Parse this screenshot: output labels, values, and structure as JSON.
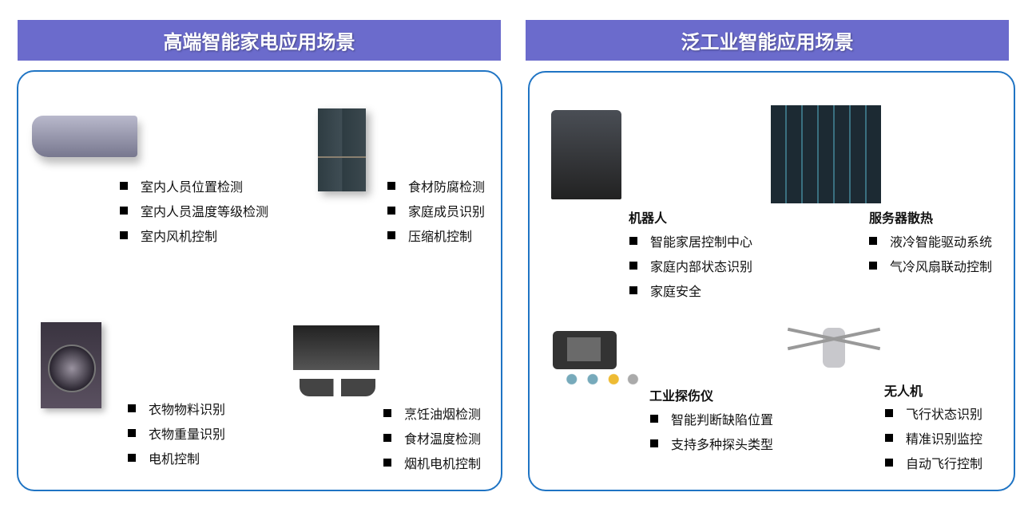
{
  "home": {
    "title": "高端智能家电应用场景",
    "ac": [
      "室内人员位置检测",
      "室内人员温度等级检测",
      "室内风机控制"
    ],
    "fridge": [
      "食材防腐检测",
      "家庭成员识别",
      "压缩机控制"
    ],
    "washer": [
      "衣物物料识别",
      "衣物重量识别",
      "电机控制"
    ],
    "hood": [
      "烹饪油烟检测",
      "食材温度检测",
      "烟机电机控制"
    ]
  },
  "industry": {
    "title": "泛工业智能应用场景",
    "robot": {
      "title": "机器人",
      "items": [
        "智能家居控制中心",
        "家庭内部状态识别",
        "家庭安全"
      ]
    },
    "server": {
      "title": "服务器散热",
      "items": [
        "液冷智能驱动系统",
        "气冷风扇联动控制"
      ]
    },
    "detector": {
      "title": "工业探伤仪",
      "items": [
        "智能判断缺陷位置",
        "支持多种探头类型"
      ]
    },
    "drone": {
      "title": "无人机",
      "items": [
        "飞行状态识别",
        "精准识别监控",
        "自动飞行控制"
      ]
    }
  },
  "colors": {
    "header": "#6b6bcc",
    "border": "#1f74c4"
  }
}
